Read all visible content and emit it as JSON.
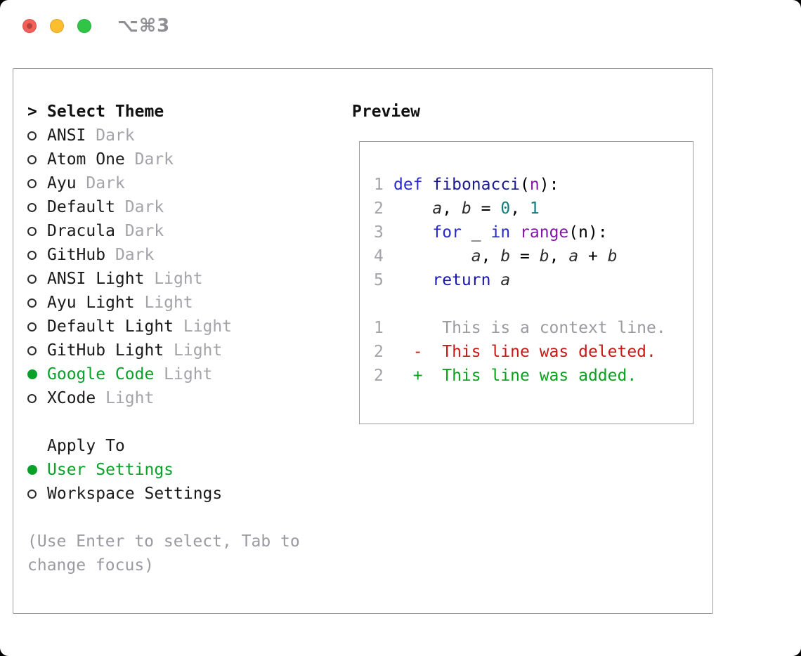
{
  "palette": {
    "green": "#0aa02a",
    "keyword": "#2929cc",
    "keyword2": "#1717b0",
    "function": "#1a1a8f",
    "purple": "#8315a8",
    "number": "#0e7d7d",
    "variable": "#2b2b2b",
    "context": "#9a9aa0",
    "deleted": "#c81919",
    "added": "#0ba01e"
  },
  "titlebar": {
    "shortcut": "⌥⌘3"
  },
  "theme_picker": {
    "header_prefix": ">",
    "header": "Select Theme",
    "items": [
      {
        "name": "ANSI",
        "variant": "Dark",
        "selected": false
      },
      {
        "name": "Atom One",
        "variant": "Dark",
        "selected": false
      },
      {
        "name": "Ayu",
        "variant": "Dark",
        "selected": false
      },
      {
        "name": "Default",
        "variant": "Dark",
        "selected": false
      },
      {
        "name": "Dracula",
        "variant": "Dark",
        "selected": false
      },
      {
        "name": "GitHub",
        "variant": "Dark",
        "selected": false
      },
      {
        "name": "ANSI Light",
        "variant": "Light",
        "selected": false
      },
      {
        "name": "Ayu Light",
        "variant": "Light",
        "selected": false
      },
      {
        "name": "Default Light",
        "variant": "Light",
        "selected": false
      },
      {
        "name": "GitHub Light",
        "variant": "Light",
        "selected": false
      },
      {
        "name": "Google Code",
        "variant": "Light",
        "selected": true
      },
      {
        "name": "XCode",
        "variant": "Light",
        "selected": false
      }
    ],
    "apply_header": "Apply To",
    "apply_options": [
      {
        "label": "User Settings",
        "selected": true
      },
      {
        "label": "Workspace Settings",
        "selected": false
      }
    ],
    "hint": "(Use Enter to select, Tab to change focus)"
  },
  "preview": {
    "title": "Preview",
    "code_lines": [
      {
        "num": "1",
        "tokens": [
          [
            "def",
            "kw"
          ],
          [
            " ",
            ""
          ],
          [
            "fibonacci",
            "fn"
          ],
          [
            "(",
            ""
          ],
          [
            "n",
            "pu"
          ],
          [
            "):",
            ""
          ]
        ]
      },
      {
        "num": "2",
        "tokens": [
          [
            "    ",
            ""
          ],
          [
            "a",
            "va"
          ],
          [
            ", ",
            ""
          ],
          [
            "b",
            "va"
          ],
          [
            " = ",
            ""
          ],
          [
            "0",
            "nu"
          ],
          [
            ", ",
            ""
          ],
          [
            "1",
            "nu"
          ]
        ]
      },
      {
        "num": "3",
        "tokens": [
          [
            "    ",
            ""
          ],
          [
            "for",
            "kw"
          ],
          [
            " _ ",
            ""
          ],
          [
            "in",
            "kw"
          ],
          [
            " ",
            ""
          ],
          [
            "range",
            "pu"
          ],
          [
            "(",
            ""
          ],
          [
            "n",
            ""
          ],
          [
            "):",
            ""
          ]
        ]
      },
      {
        "num": "4",
        "tokens": [
          [
            "        ",
            ""
          ],
          [
            "a",
            "va"
          ],
          [
            ", ",
            ""
          ],
          [
            "b",
            "va"
          ],
          [
            " = ",
            ""
          ],
          [
            "b",
            "va"
          ],
          [
            ", ",
            ""
          ],
          [
            "a",
            "va"
          ],
          [
            " + ",
            ""
          ],
          [
            "b",
            "va"
          ]
        ]
      },
      {
        "num": "5",
        "tokens": [
          [
            "    ",
            ""
          ],
          [
            "return",
            "kw2"
          ],
          [
            " ",
            ""
          ],
          [
            "a",
            "va"
          ]
        ]
      }
    ],
    "diff_lines": [
      {
        "num": "1",
        "text": "     This is a context line.",
        "type": "ctx"
      },
      {
        "num": "2",
        "text": "  -  This line was deleted.",
        "type": "del"
      },
      {
        "num": "2",
        "text": "  +  This line was added.",
        "type": "add"
      }
    ]
  }
}
